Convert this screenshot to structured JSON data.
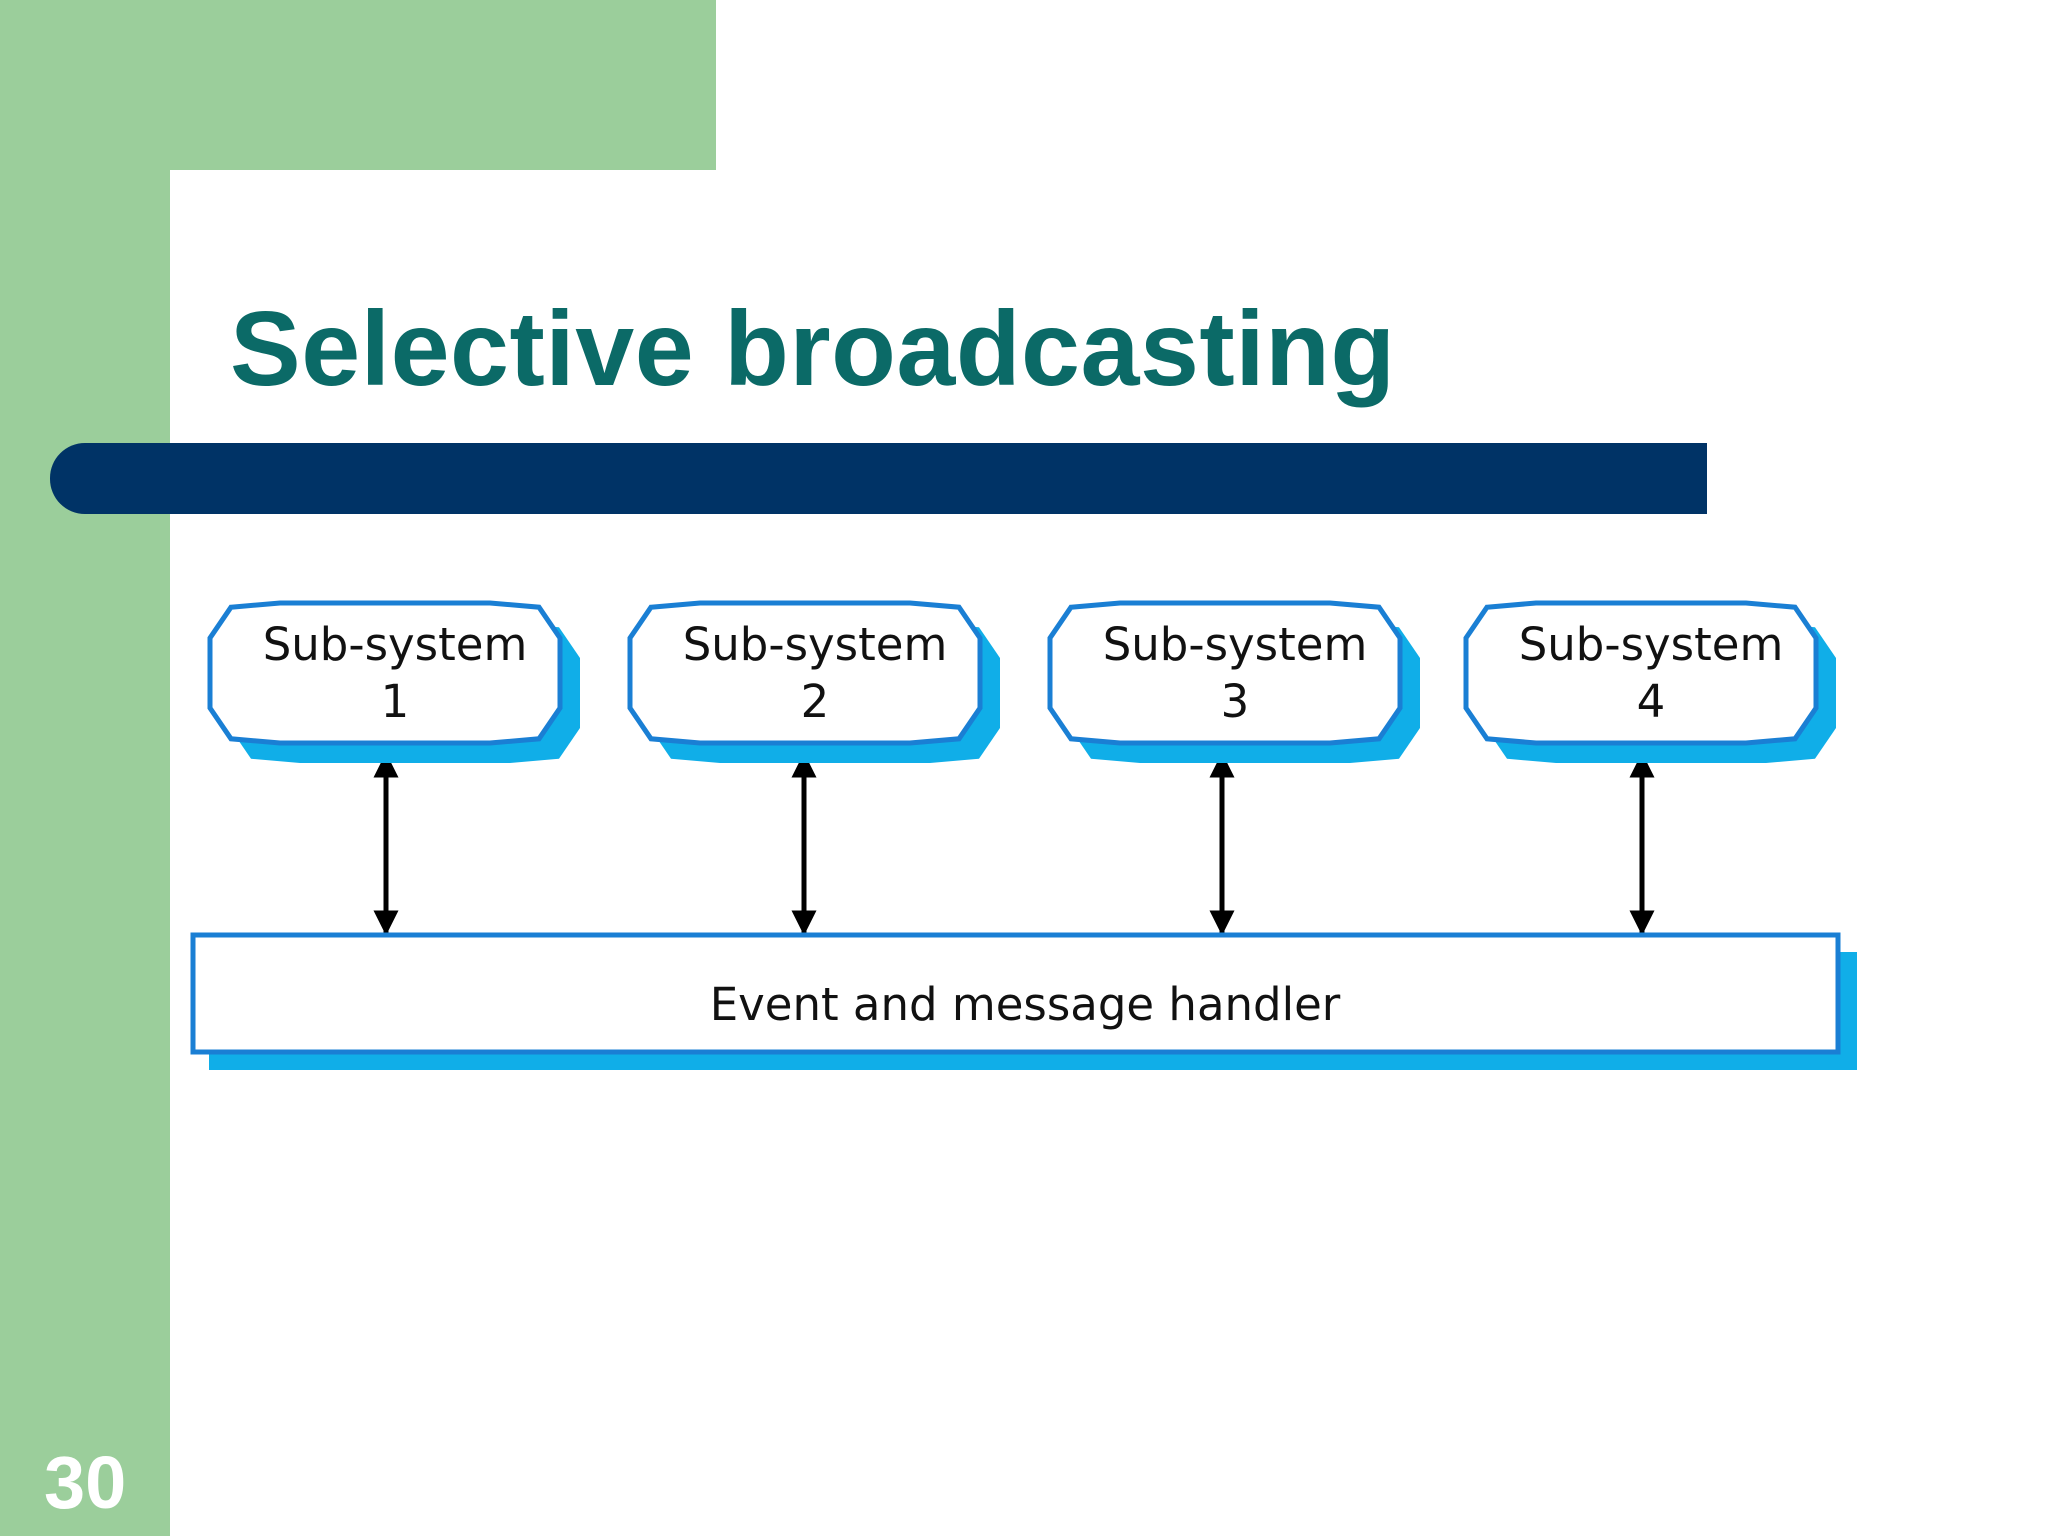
{
  "slide": {
    "title": "Selective broadcasting",
    "number": "30"
  },
  "colors": {
    "sidebar_green": "#9bce9b",
    "title_teal": "#0b6a67",
    "rule_navy": "#003366",
    "node_border": "#1a7fd4",
    "node_shadow": "#10aee8"
  },
  "diagram": {
    "subsystems": [
      {
        "label_line1": "Sub-system",
        "label_line2": "1"
      },
      {
        "label_line1": "Sub-system",
        "label_line2": "2"
      },
      {
        "label_line1": "Sub-system",
        "label_line2": "3"
      },
      {
        "label_line1": "Sub-system",
        "label_line2": "4"
      }
    ],
    "handler": {
      "label": "Event and message handler"
    },
    "connections": [
      {
        "from": "Sub-system 1",
        "to": "Event and message handler",
        "direction": "bidirectional"
      },
      {
        "from": "Sub-system 2",
        "to": "Event and message handler",
        "direction": "bidirectional"
      },
      {
        "from": "Sub-system 3",
        "to": "Event and message handler",
        "direction": "bidirectional"
      },
      {
        "from": "Sub-system 4",
        "to": "Event and message handler",
        "direction": "bidirectional"
      }
    ]
  }
}
